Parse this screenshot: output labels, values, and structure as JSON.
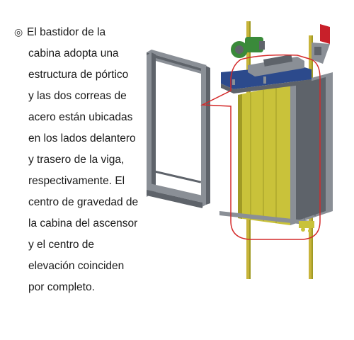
{
  "description": {
    "bullet": "◎",
    "lines": [
      "El bastidor de la",
      "cabina adopta una",
      "estructura de pórtico",
      "y las dos correas de",
      "acero están ubicadas",
      "en los lados delantero",
      "y trasero de la viga,",
      "respectivamente. El",
      "centro de gravedad de",
      "la cabina del ascensor",
      "y el centro de",
      "elevación coinciden",
      "por completo."
    ]
  },
  "illustration": {
    "subject": "elevator-cabin-frame-diagram",
    "colors": {
      "frame_gray": "#8a8f96",
      "frame_dark": "#5e636a",
      "cabin_yellow": "#c9c23a",
      "cabin_yellow_dark": "#a09a25",
      "guide_rail": "#c8b43a",
      "beam_blue": "#2c4a8c",
      "motor_green": "#3a8a3a",
      "accent_red": "#c8202a",
      "callout_red": "#d42a2a"
    }
  }
}
